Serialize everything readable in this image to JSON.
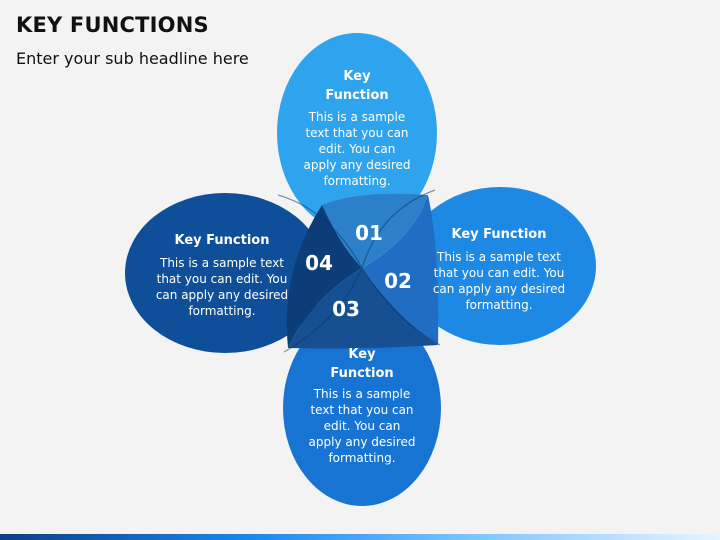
{
  "title": "KEY FUNCTIONS",
  "subtitle": "Enter your sub headline here",
  "petals": [
    {
      "number": "01",
      "heading_lines": [
        "Key",
        "Function"
      ],
      "body_lines": [
        "This is a sample",
        "text that you can",
        "edit. You can",
        "apply any desired",
        "formatting."
      ],
      "color": "#2fa4ee"
    },
    {
      "number": "02",
      "heading_lines": [
        "Key Function"
      ],
      "body_lines": [
        "This is a sample text",
        "that you can edit. You",
        "can apply any desired",
        "formatting."
      ],
      "color": "#1e88e5"
    },
    {
      "number": "03",
      "heading_lines": [
        "Key",
        "Function"
      ],
      "body_lines": [
        "This is a sample",
        "text that you can",
        "edit. You can",
        "apply any desired",
        "formatting."
      ],
      "color": "#1874d2"
    },
    {
      "number": "04",
      "heading_lines": [
        "Key Function"
      ],
      "body_lines": [
        "This is a sample text",
        "that you can edit. You",
        "can apply any desired",
        "formatting."
      ],
      "color": "#0f4f9a"
    }
  ],
  "overlap_colors": {
    "center_01": "#2c7fc9",
    "center_02": "#1f6ec4",
    "center_03": "#164f92",
    "center_04": "#0c3d78"
  }
}
